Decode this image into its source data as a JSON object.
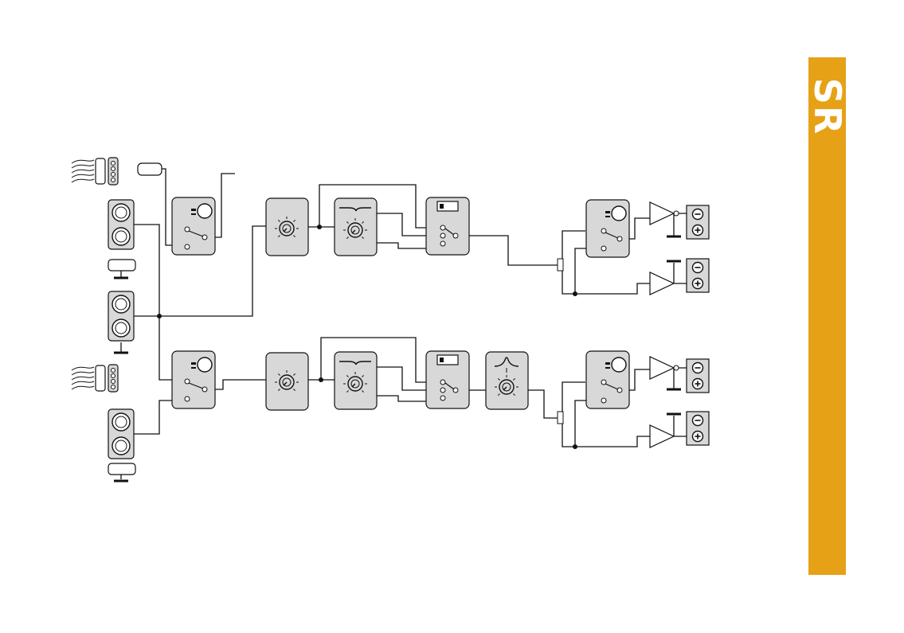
{
  "brand": {
    "text": "SR",
    "color": "#e6a117"
  },
  "colors": {
    "module_fill": "#d8d8d8",
    "line": "#111111",
    "background": "#ffffff"
  },
  "channels": [
    {
      "id": "channel-1",
      "modules": [
        "input-switch",
        "gain-knob",
        "filter-knob",
        "level-meter-selector",
        "output-switch"
      ],
      "outputs": [
        "minus-plus-terminal",
        "minus-plus-terminal"
      ]
    },
    {
      "id": "channel-2",
      "modules": [
        "input-switch",
        "gain-knob",
        "filter-knob",
        "level-meter-selector",
        "eq-knob",
        "output-switch"
      ],
      "outputs": [
        "minus-plus-terminal",
        "minus-plus-terminal"
      ]
    }
  ],
  "icons": [
    "guitar-pickup-icon",
    "jack-socket-icon",
    "knob-icon",
    "switch-icon",
    "amplifier-icon",
    "terminal-icon",
    "ground-icon",
    "lowcut-icon",
    "bandpass-icon",
    "meter-icon"
  ]
}
